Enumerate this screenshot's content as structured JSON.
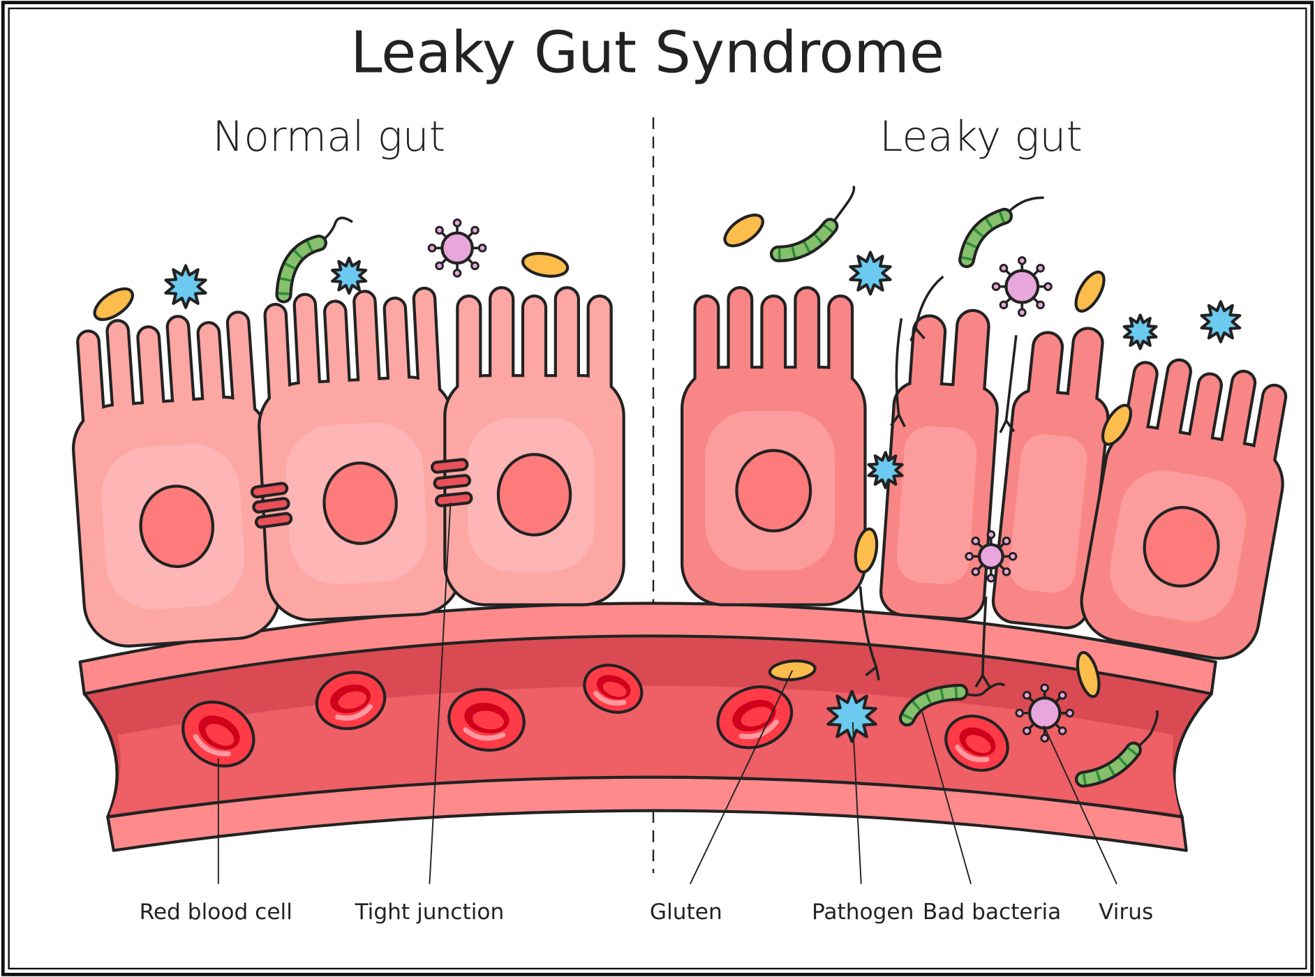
{
  "title": "Leaky Gut Syndrome",
  "sections": {
    "normal": "Normal gut",
    "leaky": "Leaky gut"
  },
  "labels": {
    "red_blood_cell": "Red blood cell",
    "tight_junction": "Tight junction",
    "gluten": "Gluten",
    "pathogen": "Pathogen",
    "bad_bacteria": "Bad bacteria",
    "virus": "Virus"
  },
  "colors": {
    "normal_cell": "#fda7a4",
    "normal_cell_inner": "#feb5b5",
    "leaky_cell": "#f98686",
    "leaky_cell_inner": "#fd9c9c",
    "nucleus": "#fe7b7b",
    "vessel_wall": "#fe8a8c",
    "vessel_lumen": "#d94a52",
    "vessel_lumen_light": "#ee5f66",
    "rbc": "#ff3b47",
    "rbc_inner": "#d0021b",
    "gluten": "#fdbd4c",
    "pathogen": "#6cc9ef",
    "virus": "#e7a6dc",
    "bacteria": "#86c06c",
    "junction": "#e8505a"
  }
}
